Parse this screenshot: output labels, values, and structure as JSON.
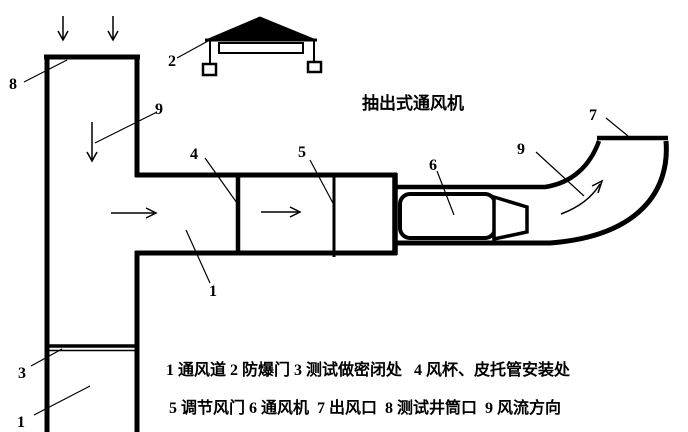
{
  "diagram": {
    "title": "抽出式通风机",
    "callouts": {
      "shaft_mouth": "8",
      "explosion_door": "2",
      "airflow_shaft": "9",
      "anemometer_station": "4",
      "regulating_damper": "5",
      "fan": "6",
      "airflow_outlet": "9",
      "outlet": "7",
      "duct_mid": "1",
      "sealed_section": "3",
      "duct_bottom": "1"
    },
    "legend": {
      "line1": "1 通风道 2 防爆门 3 测试做密闭处   4 风杯、皮托管安装处",
      "line2": "5 调节风门 6 通风机  7 出风口  8 测试井筒口  9 风流方向"
    },
    "colors": {
      "line": "#000000",
      "background": "#ffffff"
    }
  }
}
